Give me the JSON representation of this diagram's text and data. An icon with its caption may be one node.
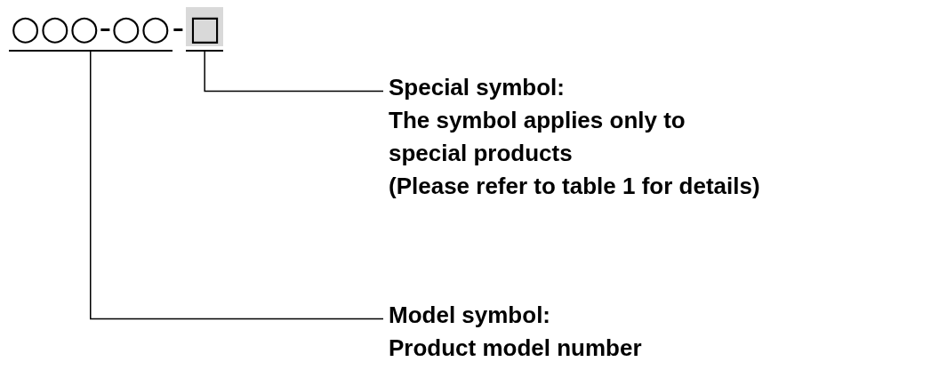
{
  "diagram": {
    "nodes": [
      {
        "text": [
          "○○○-○○"
        ]
      },
      {
        "text": [
          "□"
        ]
      },
      {
        "text": [
          "Special symbol:",
          "The symbol applies only to special products",
          "(Please refer to table 1 for details)"
        ]
      },
      {
        "text": [
          "Model symbol:",
          "Product model number"
        ]
      }
    ],
    "edges": [
      {
        "from": 2,
        "to": 1,
        "arrow": "none"
      },
      {
        "from": 3,
        "to": 0,
        "arrow": "none"
      }
    ],
    "labels": [
      "-"
    ]
  }
}
